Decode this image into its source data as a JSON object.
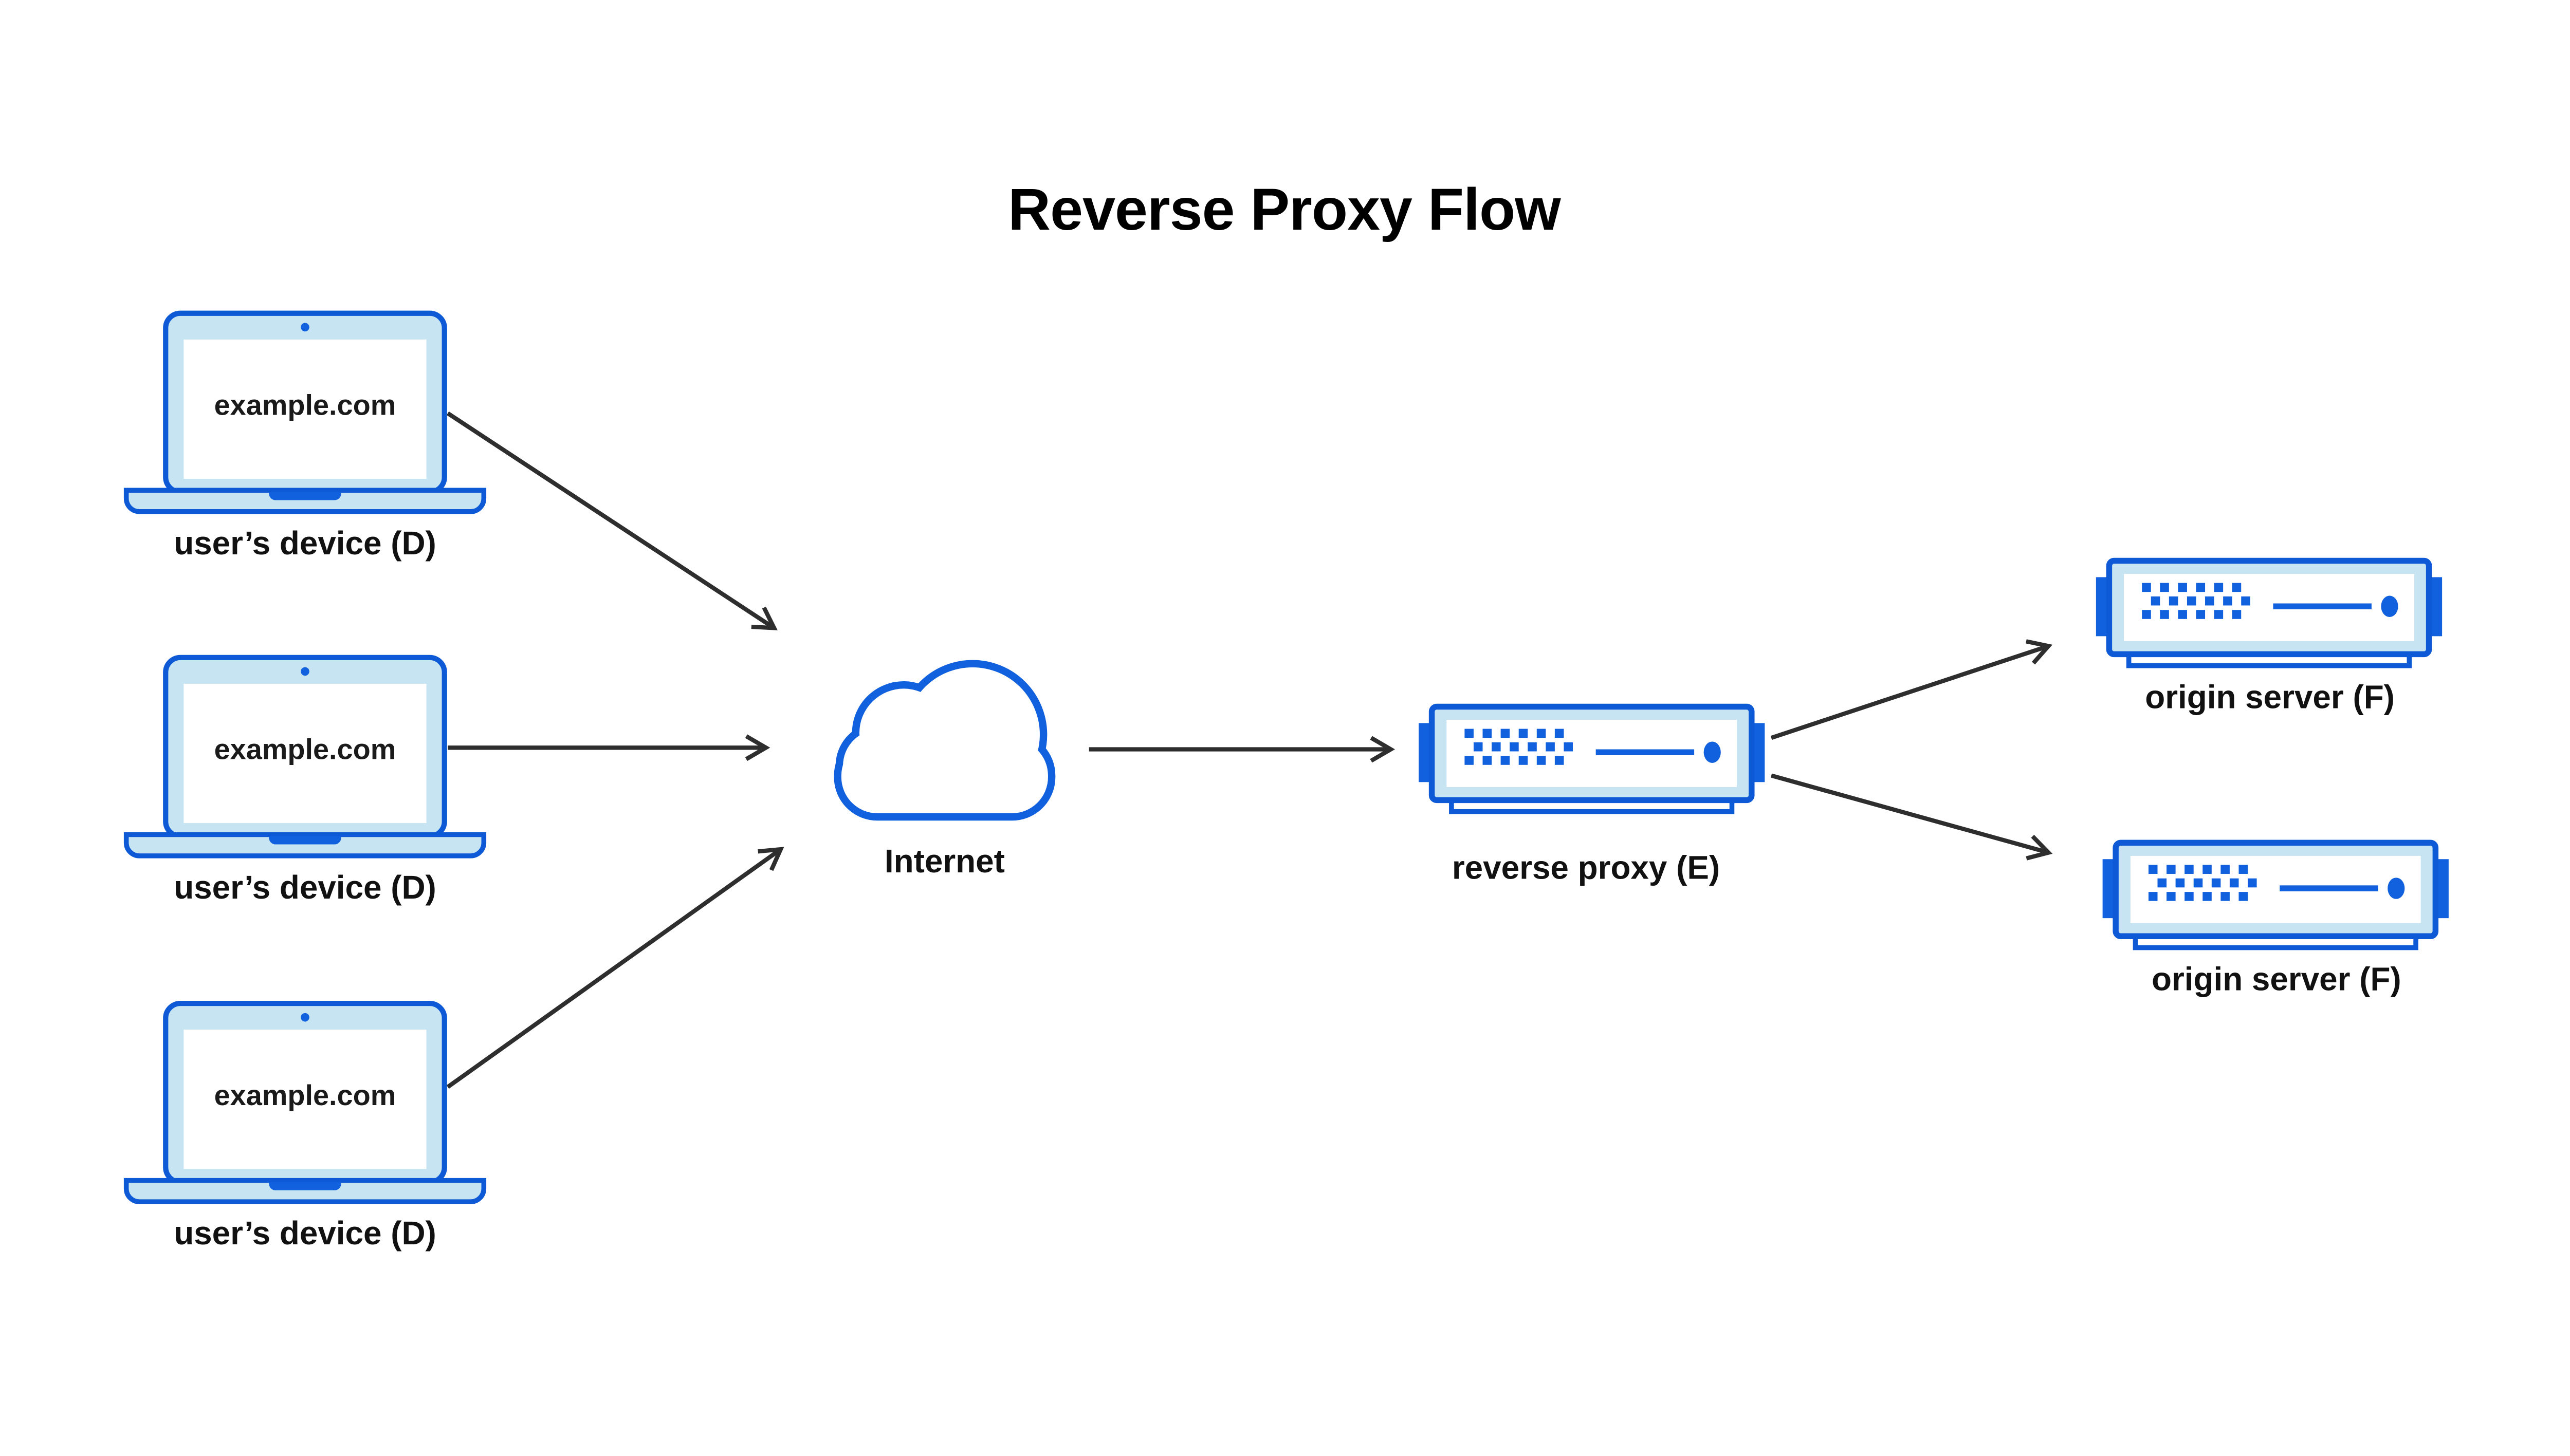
{
  "page": {
    "title": "Reverse Proxy Flow",
    "background": "#ffffff"
  },
  "colors": {
    "primary_blue": "#0E5AD6",
    "accent_blue": "#1160DE",
    "light_blue_fill": "#C6E4F1",
    "arrow_color": "#2E2E2E",
    "text_color": "#111111"
  },
  "icons": {
    "device": "laptop-icon",
    "internet": "cloud-icon",
    "proxy": "server-icon",
    "origin": "server-icon"
  },
  "nodes": {
    "devices": [
      {
        "screen_text": "example.com",
        "label": "user’s device (D)"
      },
      {
        "screen_text": "example.com",
        "label": "user’s device (D)"
      },
      {
        "screen_text": "example.com",
        "label": "user’s device (D)"
      }
    ],
    "internet": {
      "label": "Internet"
    },
    "reverse_proxy": {
      "label": "reverse proxy (E)"
    },
    "origin_servers": [
      {
        "label": "origin server (F)"
      },
      {
        "label": "origin server (F)"
      }
    ]
  },
  "flows": [
    "device1 -> internet",
    "device2 -> internet",
    "device3 -> internet",
    "internet -> reverse_proxy",
    "reverse_proxy -> origin_server1",
    "reverse_proxy -> origin_server2"
  ]
}
